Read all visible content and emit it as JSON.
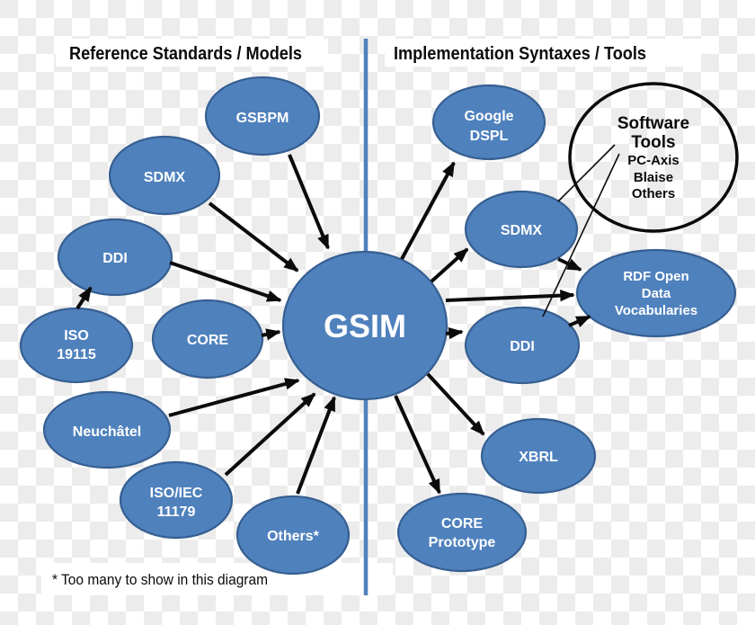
{
  "headers": {
    "left": "Reference Standards / Models",
    "right": "Implementation Syntaxes / Tools"
  },
  "footnote": "* Too many to show in this diagram",
  "center_node": {
    "label": "GSIM"
  },
  "left_nodes": [
    {
      "id": "gsbpm",
      "lines": [
        "GSBPM"
      ]
    },
    {
      "id": "sdmx-left",
      "lines": [
        "SDMX"
      ]
    },
    {
      "id": "ddi-left",
      "lines": [
        "DDI"
      ]
    },
    {
      "id": "iso-19115",
      "lines": [
        "ISO",
        "19115"
      ]
    },
    {
      "id": "core",
      "lines": [
        "CORE"
      ]
    },
    {
      "id": "neuchatel",
      "lines": [
        "Neuchâtel"
      ]
    },
    {
      "id": "iso-iec-11179",
      "lines": [
        "ISO/IEC",
        "11179"
      ]
    },
    {
      "id": "others",
      "lines": [
        "Others*"
      ]
    }
  ],
  "right_nodes": [
    {
      "id": "google-dspl",
      "lines": [
        "Google",
        "DSPL"
      ]
    },
    {
      "id": "sdmx-right",
      "lines": [
        "SDMX"
      ]
    },
    {
      "id": "rdf-open-data",
      "lines": [
        "RDF Open",
        "Data",
        "Vocabularies"
      ]
    },
    {
      "id": "ddi-right",
      "lines": [
        "DDI"
      ]
    },
    {
      "id": "xbrl",
      "lines": [
        "XBRL"
      ]
    },
    {
      "id": "core-prototype",
      "lines": [
        "CORE",
        "Prototype"
      ]
    }
  ],
  "software_tools": {
    "title_lines": [
      "Software",
      "Tools"
    ],
    "items": [
      "PC-Axis",
      "Blaise",
      "Others"
    ]
  },
  "connections": [
    {
      "from": "GSBPM",
      "to": "GSIM",
      "style": "arrow"
    },
    {
      "from": "SDMX (left)",
      "to": "GSIM",
      "style": "arrow"
    },
    {
      "from": "DDI (left)",
      "to": "GSIM",
      "style": "arrow"
    },
    {
      "from": "ISO 19115",
      "to": "DDI (left)",
      "style": "arrow"
    },
    {
      "from": "CORE",
      "to": "GSIM",
      "style": "arrow"
    },
    {
      "from": "Neuchâtel",
      "to": "GSIM",
      "style": "arrow"
    },
    {
      "from": "ISO/IEC 11179",
      "to": "GSIM",
      "style": "arrow"
    },
    {
      "from": "Others*",
      "to": "GSIM",
      "style": "arrow"
    },
    {
      "from": "GSIM",
      "to": "Google DSPL",
      "style": "arrow"
    },
    {
      "from": "GSIM",
      "to": "SDMX (right)",
      "style": "arrow"
    },
    {
      "from": "GSIM",
      "to": "RDF Open Data Vocabularies",
      "style": "arrow"
    },
    {
      "from": "GSIM",
      "to": "DDI (right)",
      "style": "arrow"
    },
    {
      "from": "SDMX (right)",
      "to": "RDF Open Data Vocabularies",
      "style": "arrow"
    },
    {
      "from": "DDI (right)",
      "to": "RDF Open Data Vocabularies",
      "style": "arrow"
    },
    {
      "from": "GSIM",
      "to": "XBRL",
      "style": "arrow"
    },
    {
      "from": "GSIM",
      "to": "CORE Prototype",
      "style": "arrow"
    },
    {
      "from": "Software Tools",
      "to": "SDMX (right)",
      "style": "thin-line"
    },
    {
      "from": "Software Tools",
      "to": "DDI (right)",
      "style": "thin-line"
    }
  ],
  "colors": {
    "node_fill": "#4f81bd",
    "node_stroke": "#365f91",
    "divider": "#4f81bd",
    "arrow": "#000000",
    "background_checker": "#ececec",
    "node_text": "#ffffff"
  }
}
